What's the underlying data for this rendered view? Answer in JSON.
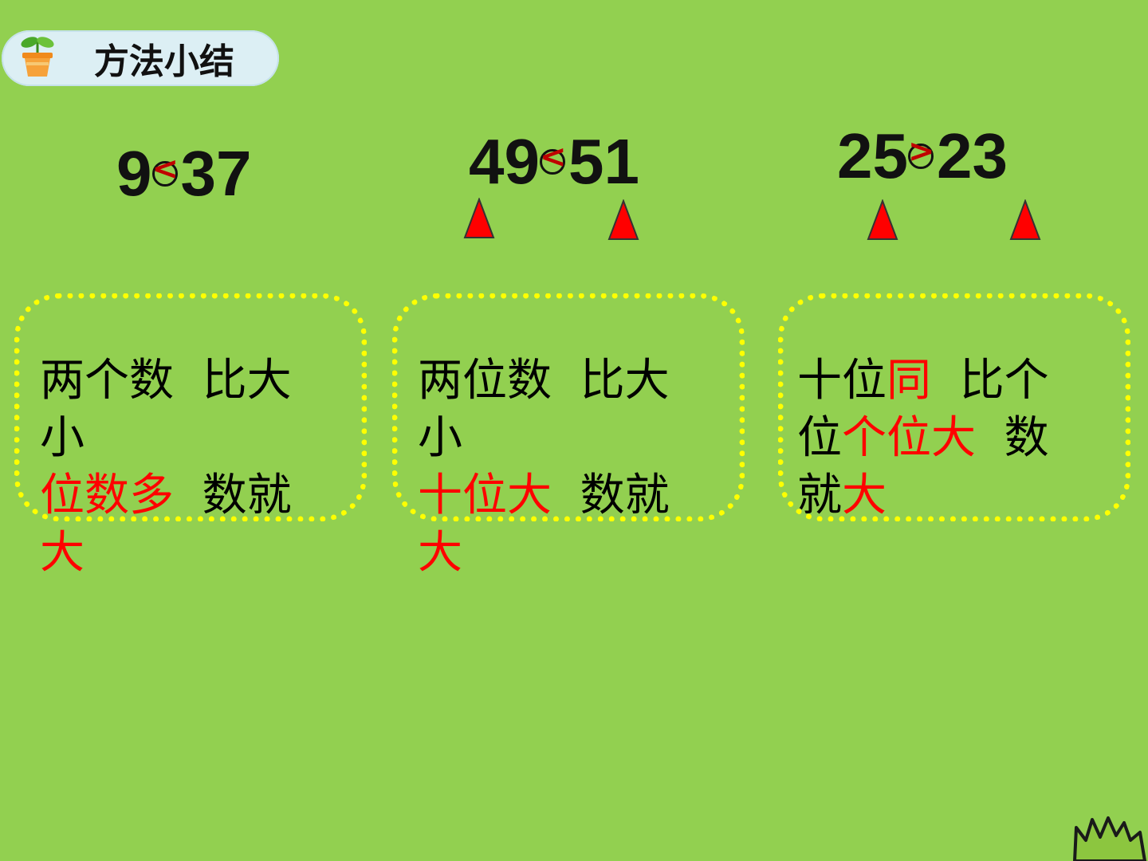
{
  "header": {
    "title": "方法小结",
    "icon": "plant-pot-icon"
  },
  "colors": {
    "background": "#92d050",
    "accent": "#ff0000",
    "box_border": "#ffff00",
    "symbol": "#c00000"
  },
  "comparisons": [
    {
      "left": "9",
      "symbol": "<",
      "right": "37"
    },
    {
      "left": "49",
      "symbol": "<",
      "right": "51"
    },
    {
      "left": "25",
      "symbol": ">",
      "right": "23"
    }
  ],
  "rules": [
    {
      "lines": [
        [
          {
            "text": "两个数  比大",
            "red": false
          }
        ],
        [
          {
            "text": "小",
            "red": false
          }
        ],
        [
          {
            "text": "位数多",
            "red": true
          },
          {
            "text": "  数就",
            "red": false
          }
        ],
        [
          {
            "text": "大",
            "red": true
          }
        ]
      ]
    },
    {
      "lines": [
        [
          {
            "text": "两位数  比大",
            "red": false
          }
        ],
        [
          {
            "text": "小",
            "red": false
          }
        ],
        [
          {
            "text": "十位大",
            "red": true
          },
          {
            "text": "  数就",
            "red": false
          }
        ],
        [
          {
            "text": "大",
            "red": true
          }
        ]
      ]
    },
    {
      "lines": [
        [
          {
            "text": "十位",
            "red": false
          },
          {
            "text": "同",
            "red": true
          },
          {
            "text": "  比个",
            "red": false
          }
        ],
        [
          {
            "text": "位",
            "red": false
          },
          {
            "text": "个位大",
            "red": true
          },
          {
            "text": "  数",
            "red": false
          }
        ],
        [
          {
            "text": "就",
            "red": false
          },
          {
            "text": "大",
            "red": true
          }
        ]
      ]
    }
  ]
}
